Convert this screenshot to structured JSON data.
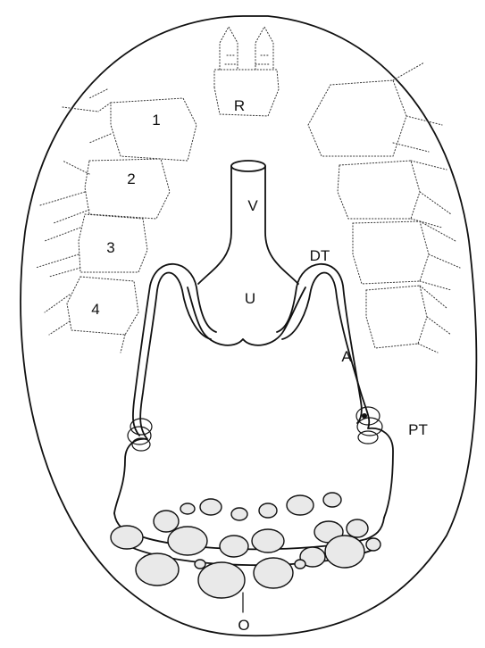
{
  "labels": {
    "rostrum": "R",
    "leg1": "1",
    "leg2": "2",
    "leg3": "3",
    "leg4": "4",
    "vagina": "V",
    "uterus": "U",
    "distal_tube": "DT",
    "ampulla": "A",
    "proximal_tube": "PT",
    "ovary": "O"
  }
}
